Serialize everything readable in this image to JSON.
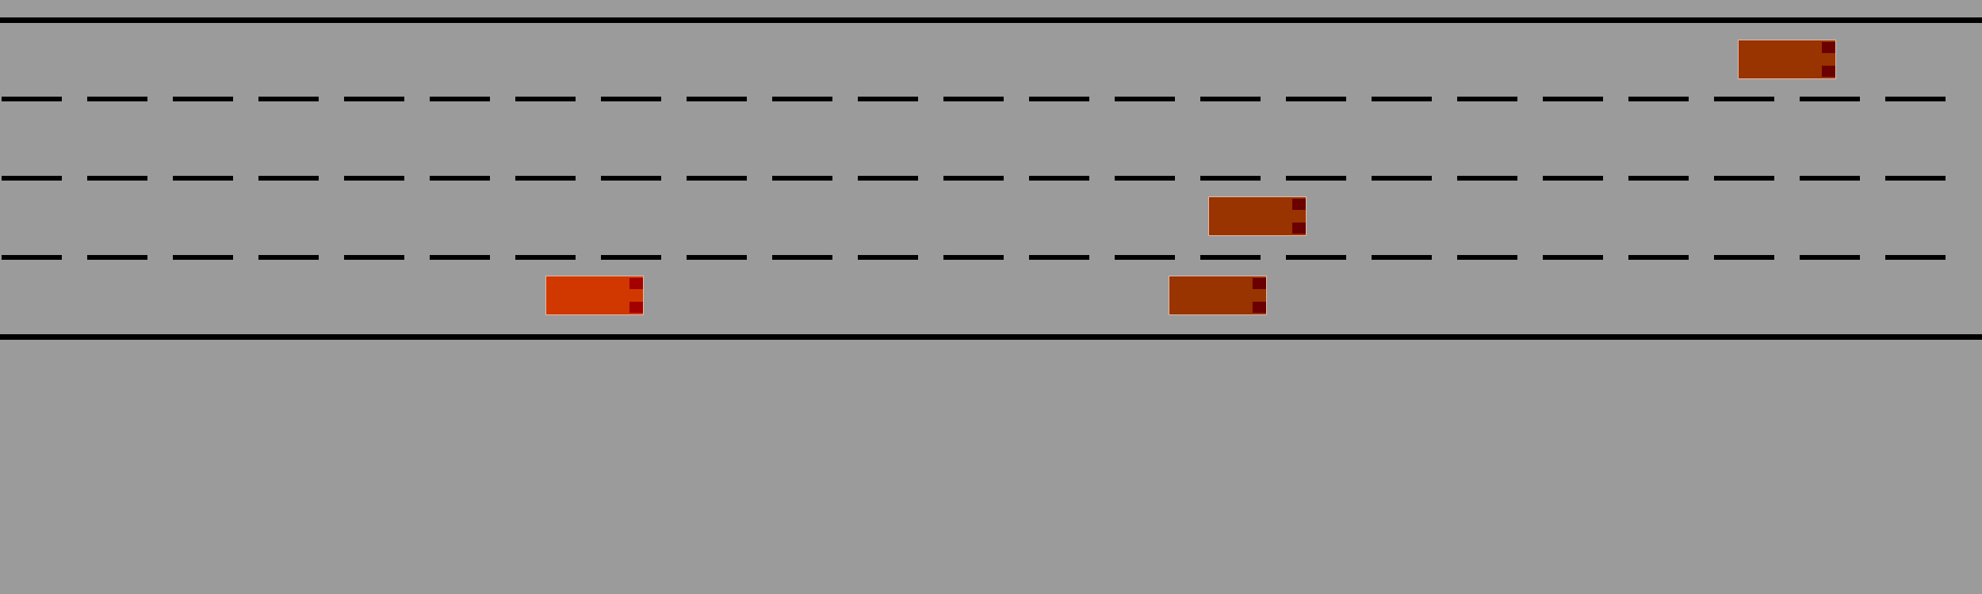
{
  "scene": {
    "background_color": "#9b9b9b",
    "road_line_color": "#000000",
    "lane_count": 4,
    "lane_divider_style": "dashed"
  },
  "vehicles": [
    {
      "id": "ego",
      "role": "controlled-car",
      "lane": 4,
      "color": "#d13800"
    },
    {
      "id": "other-1",
      "role": "traffic-car",
      "lane": 1,
      "color": "#993300"
    },
    {
      "id": "other-2",
      "role": "traffic-car",
      "lane": 3,
      "color": "#993300"
    },
    {
      "id": "other-3",
      "role": "traffic-car",
      "lane": 4,
      "color": "#993300"
    }
  ]
}
